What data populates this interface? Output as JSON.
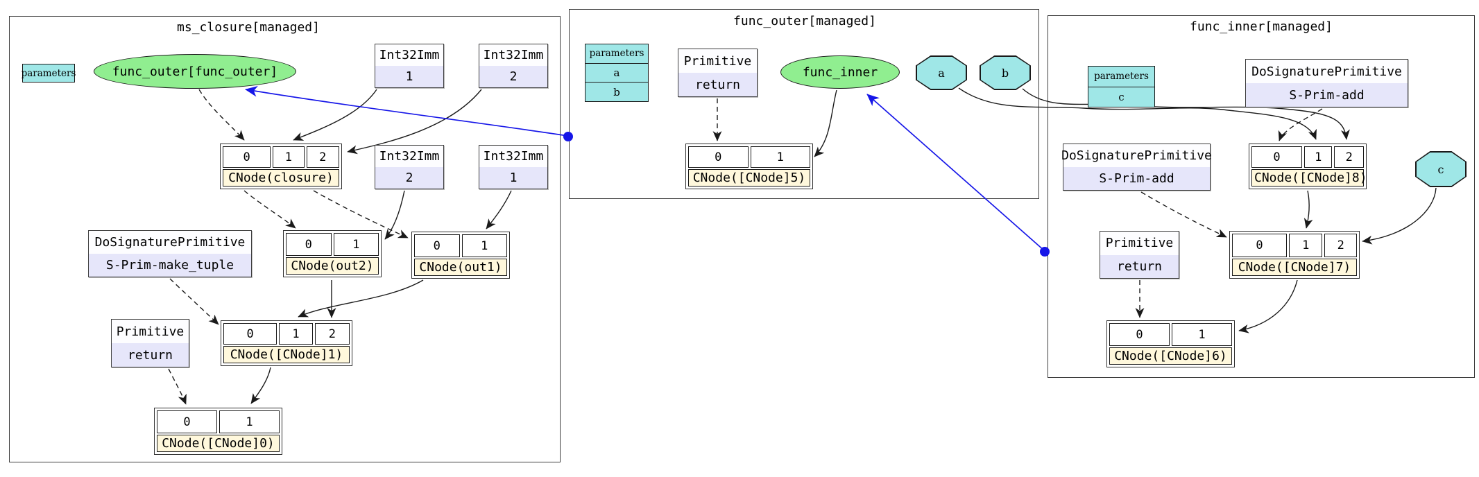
{
  "colors": {
    "node_green": "#90EE90",
    "node_teal": "#9FE7E7",
    "node_lavender": "#E6E6FA",
    "node_cornsilk": "#FFF8DC",
    "edge_blue": "#1616E8",
    "edge_black": "#1a1a1a"
  },
  "clusters": {
    "left": {
      "title": "ms_closure[managed]"
    },
    "middle": {
      "title": "func_outer[managed]"
    },
    "right": {
      "title": "func_inner[managed]"
    }
  },
  "ms_closure": {
    "parameters_label": "parameters",
    "ellipse_label": "func_outer[func_outer]",
    "int32imm": [
      {
        "type": "Int32Imm",
        "value": "1"
      },
      {
        "type": "Int32Imm",
        "value": "2"
      },
      {
        "type": "Int32Imm",
        "value": "2"
      },
      {
        "type": "Int32Imm",
        "value": "1"
      }
    ],
    "cnode_closure": {
      "cells": [
        "0",
        "1",
        "2"
      ],
      "label": "CNode(closure)"
    },
    "make_tuple": {
      "type": "DoSignaturePrimitive",
      "name": "S-Prim-make_tuple"
    },
    "cnode_out2": {
      "cells": [
        "0",
        "1"
      ],
      "label": "CNode(out2)"
    },
    "cnode_out1": {
      "cells": [
        "0",
        "1"
      ],
      "label": "CNode(out1)"
    },
    "primitive_return": {
      "type": "Primitive",
      "name": "return"
    },
    "cnode_1": {
      "cells": [
        "0",
        "1",
        "2"
      ],
      "label": "CNode([CNode]1)"
    },
    "cnode_0": {
      "cells": [
        "0",
        "1"
      ],
      "label": "CNode([CNode]0)"
    }
  },
  "func_outer": {
    "parameters": {
      "header": "parameters",
      "row_a": "a",
      "row_b": "b"
    },
    "primitive_return": {
      "type": "Primitive",
      "name": "return"
    },
    "ellipse_label": "func_inner",
    "octagon_a": "a",
    "octagon_b": "b",
    "cnode_5": {
      "cells": [
        "0",
        "1"
      ],
      "label": "CNode([CNode]5)"
    }
  },
  "func_inner": {
    "parameters": {
      "header": "parameters",
      "row_c": "c"
    },
    "prim_add_top": {
      "type": "DoSignaturePrimitive",
      "name": "S-Prim-add"
    },
    "prim_add_left": {
      "type": "DoSignaturePrimitive",
      "name": "S-Prim-add"
    },
    "cnode_8": {
      "cells": [
        "0",
        "1",
        "2"
      ],
      "label": "CNode([CNode]8)"
    },
    "octagon_c": "c",
    "primitive_return": {
      "type": "Primitive",
      "name": "return"
    },
    "cnode_7": {
      "cells": [
        "0",
        "1",
        "2"
      ],
      "label": "CNode([CNode]7)"
    },
    "cnode_6": {
      "cells": [
        "0",
        "1"
      ],
      "label": "CNode([CNode]6)"
    }
  }
}
